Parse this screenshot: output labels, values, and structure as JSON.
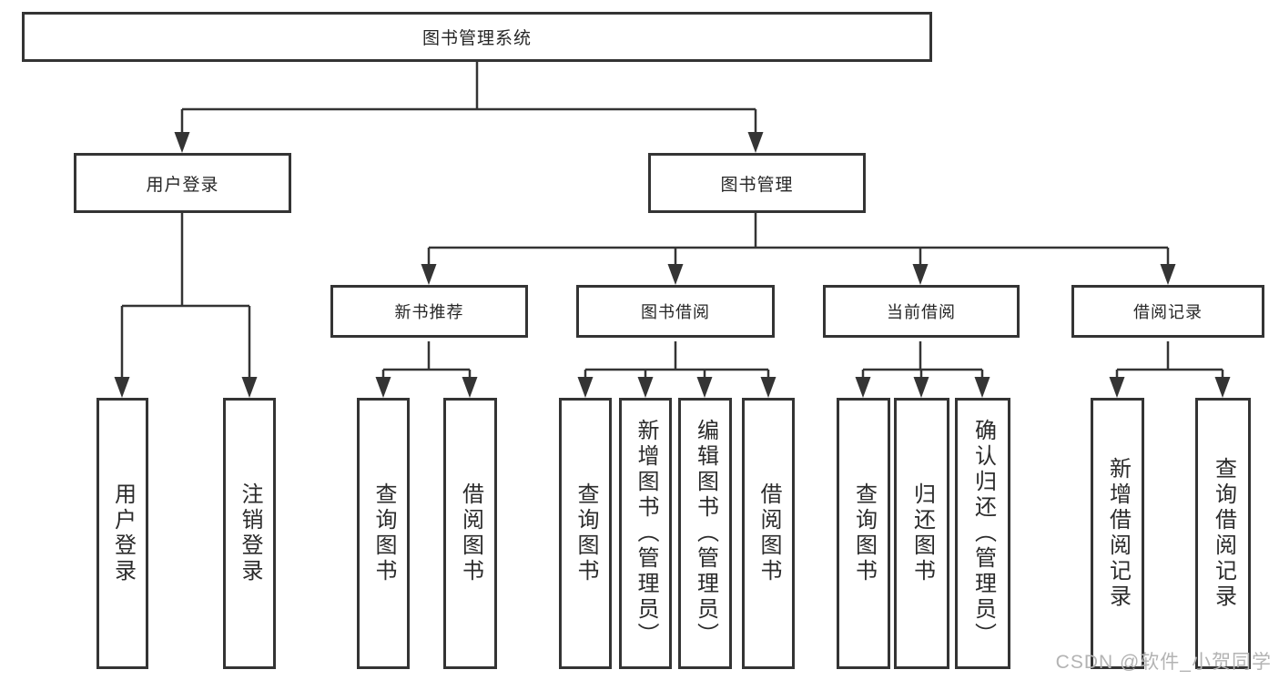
{
  "diagram": {
    "root": "图书管理系统",
    "branches": [
      {
        "label": "用户登录",
        "children": [
          "用户登录",
          "注销登录"
        ]
      },
      {
        "label": "图书管理",
        "groups": [
          {
            "label": "新书推荐",
            "children": [
              "查询图书",
              "借阅图书"
            ]
          },
          {
            "label": "图书借阅",
            "children": [
              "查询图书",
              "新增图书（管理员）",
              "编辑图书（管理员）",
              "借阅图书"
            ]
          },
          {
            "label": "当前借阅",
            "children": [
              "查询图书",
              "归还图书",
              "确认归还（管理员）"
            ]
          },
          {
            "label": "借阅记录",
            "children": [
              "新增借阅记录",
              "查询借阅记录"
            ]
          }
        ]
      }
    ]
  },
  "colors": {
    "line": "#343434",
    "text": "#262626",
    "watermark": "#b3b3b3"
  },
  "watermark": "CSDN @软件_小贺同学"
}
